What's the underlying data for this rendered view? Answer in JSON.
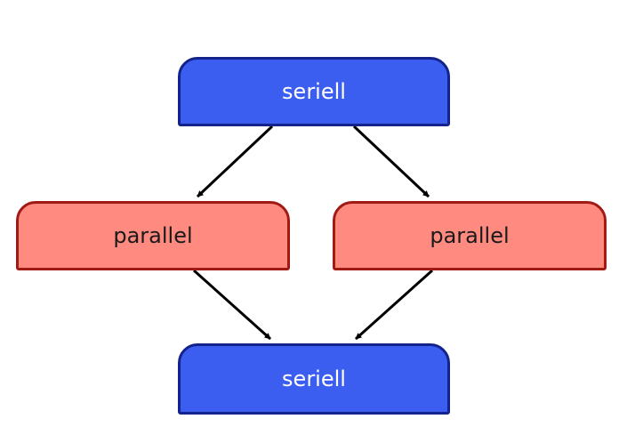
{
  "diagram": {
    "nodes": {
      "top": {
        "label": "seriell",
        "kind": "serial"
      },
      "left": {
        "label": "parallel",
        "kind": "parallel"
      },
      "right": {
        "label": "parallel",
        "kind": "parallel"
      },
      "bottom": {
        "label": "seriell",
        "kind": "serial"
      }
    },
    "edges": [
      {
        "from": "top",
        "to": "left"
      },
      {
        "from": "top",
        "to": "right"
      },
      {
        "from": "left",
        "to": "bottom"
      },
      {
        "from": "right",
        "to": "bottom"
      }
    ],
    "colors": {
      "serial_fill": "#3b5ef0",
      "serial_border": "#14238c",
      "parallel_fill": "#ff8a80",
      "parallel_border": "#a11a14",
      "arrow": "#000000"
    }
  }
}
